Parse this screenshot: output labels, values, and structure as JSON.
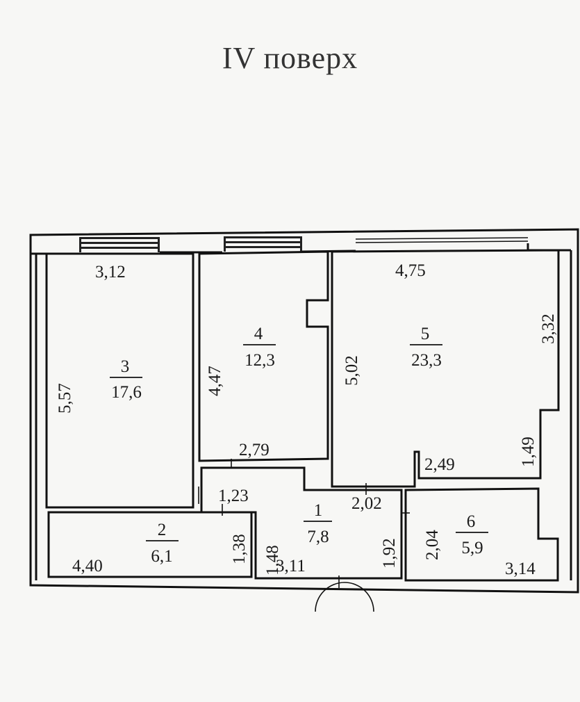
{
  "title": "IV поверх",
  "rooms": [
    {
      "number": "1",
      "area": "7,8"
    },
    {
      "number": "2",
      "area": "6,1"
    },
    {
      "number": "3",
      "area": "17,6"
    },
    {
      "number": "4",
      "area": "12,3"
    },
    {
      "number": "5",
      "area": "23,3"
    },
    {
      "number": "6",
      "area": "5,9"
    }
  ],
  "dimensions": {
    "d_3_12": "3,12",
    "d_4_75": "4,75",
    "d_5_57": "5,57",
    "d_4_47": "4,47",
    "d_5_02": "5,02",
    "d_3_32": "3,32",
    "d_2_79": "2,79",
    "d_1_49": "1,49",
    "d_2_49": "2,49",
    "d_1_23": "1,23",
    "d_2_02": "2,02",
    "d_1_38": "1,38",
    "d_1_48": "1,48",
    "d_1_92": "1,92",
    "d_2_04": "2,04",
    "d_4_40": "4,40",
    "d_3_11": "3,11",
    "d_3_14": "3,14"
  }
}
